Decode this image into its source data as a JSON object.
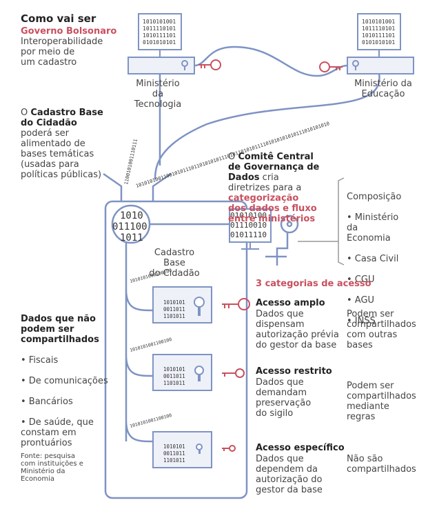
{
  "header": {
    "title": "Como vai ser",
    "subtitle": "Governo Bolsonaro",
    "desc": "Interoperabilidade\npor meio de\num cadastro"
  },
  "ministries": {
    "left": "Ministério da\nTecnologia",
    "right": "Ministério da\nEducação"
  },
  "screen_binary": [
    "1010101001",
    "1011110101",
    "1010111101",
    "0101010101"
  ],
  "cadastro_text": {
    "pre": "O ",
    "bold": "Cadastro Base\ndo Cidadão",
    "post": "\npoderá ser\nalimentado de\nbases temáticas\n(usadas para\npolíticas públicas)"
  },
  "cable_binary_left": "1100101001110111",
  "cable_binary_right": "1010101001100101011101101010101110101101010111101010101010111010101010",
  "comite": {
    "pre": "O ",
    "bold": "Comitê Central\nde Governança de\nDados",
    "mid": " cria\ndiretrizes para a\n",
    "red": "categorização\ndos dados e fluxo\nentre ministérios"
  },
  "composicao": {
    "title": "Composição",
    "items": [
      "• Ministério\nda\nEconomia",
      "• Casa Civil",
      "• CGU",
      "• AGU",
      "• INSS"
    ]
  },
  "db_binary": [
    "1010",
    "011100",
    "1011"
  ],
  "cadastro_label": "Cadastro Base\ndo Cidadão",
  "comite_binary": [
    "01010100",
    "01110010",
    "01011110"
  ],
  "box_binary": [
    "1010101",
    "0011011",
    "1101011"
  ],
  "pipe_binary": "1010101001100100",
  "categorias_title": "3 categorias de acesso",
  "categorias": [
    {
      "title": "Acesso amplo",
      "desc": "Dados que\ndispensam\nautorização prévia\ndo gestor da base",
      "result": "Podem ser\ncompartilhados\ncom outras\nbases"
    },
    {
      "title": "Acesso restrito",
      "desc": "Dados que\ndemandam\npreservação\ndo sigilo",
      "result": "Podem ser\ncompartilhados\nmediante\nregras"
    },
    {
      "title": "Acesso específico",
      "desc": "Dados que\ndependem da\nautorização do\ngestor da base",
      "result": "Não são\ncompartilhados"
    }
  ],
  "nao_compartilhados": {
    "title": "Dados que não\npodem ser\ncompartilhados",
    "items": [
      "• Fiscais",
      "• De comunicações",
      "• Bancários",
      "• De saúde, que\nconstam em\nprontuários"
    ]
  },
  "fonte": "Fonte: pesquisa\ncom instituições e\nMinistério da\nEconomia",
  "colors": {
    "line": "#7e93c4",
    "accent": "#c8505f",
    "fill": "#eef1f8"
  }
}
